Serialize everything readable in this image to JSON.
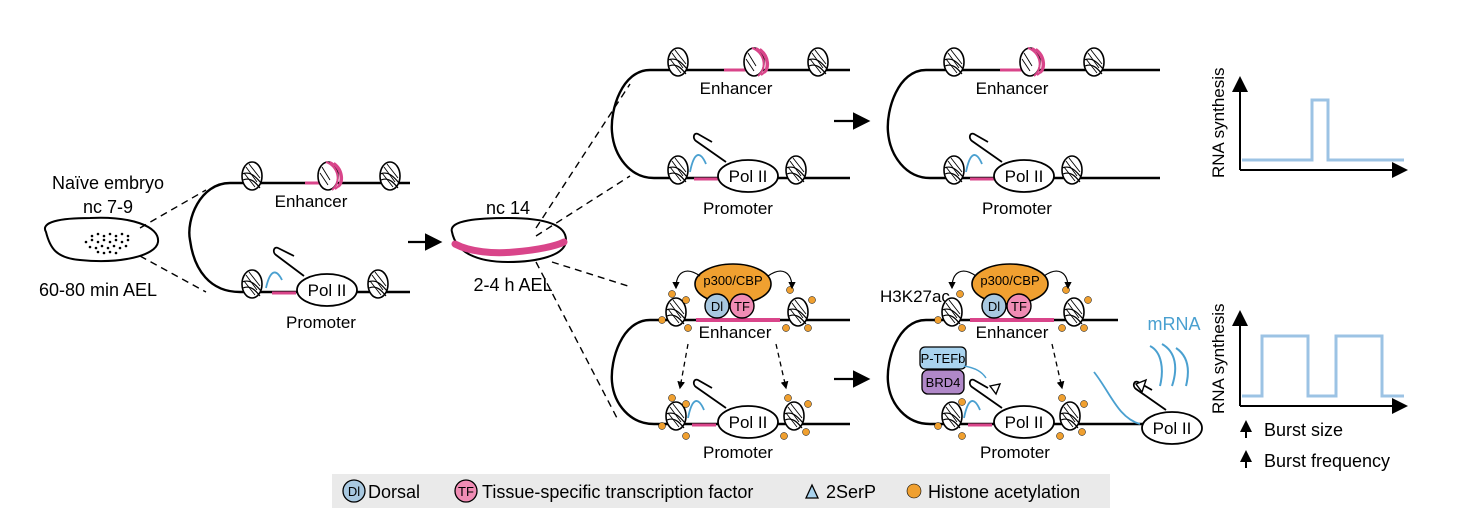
{
  "panel_naive": {
    "title_line1": "Naïve embryo",
    "title_line2": "nc 7-9",
    "time": "60-80 min AEL",
    "enhancer": "Enhancer",
    "promoter": "Promoter",
    "polii": "Pol II"
  },
  "panel_nc14": {
    "title": "nc 14",
    "time": "2-4 h AEL"
  },
  "panel_top": {
    "enhancer": "Enhancer",
    "promoter": "Promoter",
    "polii": "Pol II",
    "enhancer2": "Enhancer",
    "promoter2": "Promoter",
    "polii2": "Pol II",
    "ylabel": "RNA synthesis"
  },
  "panel_bottom": {
    "coactivator": "p300/CBP",
    "dorsal_abbr": "Dl",
    "tf_abbr": "TF",
    "enhancer": "Enhancer",
    "promoter": "Promoter",
    "polii": "Pol II",
    "h3k27ac": "H3K27ac",
    "coactivator2": "p300/CBP",
    "dorsal_abbr2": "Dl",
    "tf_abbr2": "TF",
    "enhancer2": "Enhancer",
    "promoter2": "Promoter",
    "polii2": "Pol II",
    "polii3": "Pol II",
    "ptefb": "P-TEFb",
    "brd4": "BRD4",
    "mrna": "mRNA",
    "ylabel": "RNA synthesis",
    "burst_size": "Burst size",
    "burst_frequency": "Burst frequency"
  },
  "legend": {
    "dorsal_abbr": "Dl",
    "dorsal": "Dorsal",
    "tf_abbr": "TF",
    "tf": "Tissue-specific transcription factor",
    "serp": "2SerP",
    "acetylation": "Histone acetylation"
  },
  "colors": {
    "pink": "#d9458a",
    "orange": "#f0a030",
    "blue": "#4aa0d0",
    "lightblue": "#9cc3e4",
    "ptefb": "#a9d3ee",
    "brd4": "#b088c8",
    "dorsal": "#a8c8e0",
    "tf": "#f08cb4"
  }
}
